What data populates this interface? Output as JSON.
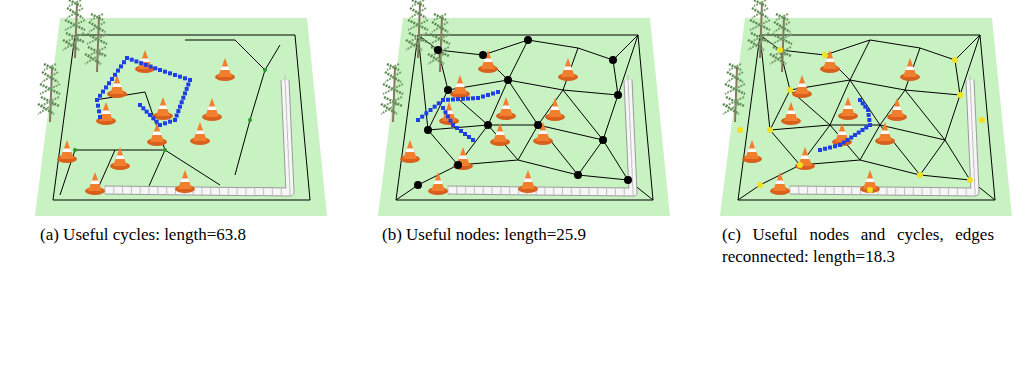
{
  "diagram": {
    "labels": [
      "(a) Useful cycles: length=63.8",
      "(b) Useful nodes: length=25.9",
      "(c) Useful nodes and cycles, edges reconnected: length=18.3"
    ]
  }
}
